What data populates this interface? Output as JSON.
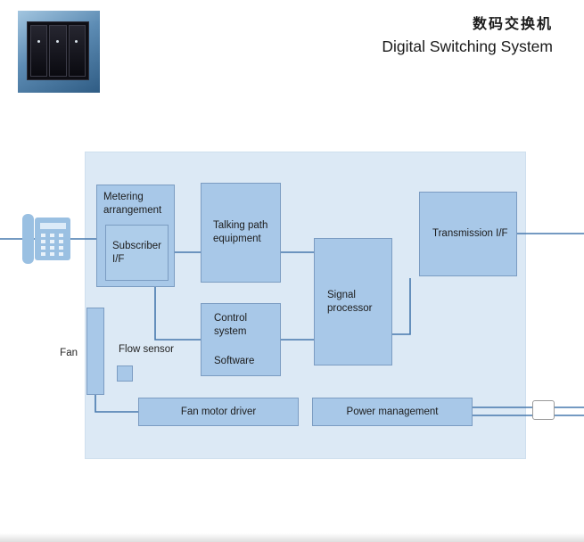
{
  "header": {
    "title_zh": "数码交换机",
    "title_en": "Digital Switching System"
  },
  "diagram": {
    "metering": {
      "label": "Metering arrangement"
    },
    "subscriber": {
      "label": "Subscriber I/F"
    },
    "talking": {
      "label": "Talking path equipment"
    },
    "transmission": {
      "label": "Transmission I/F"
    },
    "signal": {
      "label": "Signal processor"
    },
    "control": {
      "label": "Control system",
      "sublabel": "Software"
    },
    "fan_label": "Fan",
    "flow_sensor_label": "Flow sensor",
    "fan_motor_driver": {
      "label": "Fan motor driver"
    },
    "power_management": {
      "label": "Power management"
    }
  },
  "icons": {
    "telephone": "telephone-icon",
    "power_connector": "power-connector-icon",
    "product_photo": "switching-cabinet-photo"
  },
  "colors": {
    "panel_bg": "#dce9f5",
    "box_fill": "#a8c8e8",
    "box_border": "#7b9cc2",
    "wire": "#4679ad"
  }
}
